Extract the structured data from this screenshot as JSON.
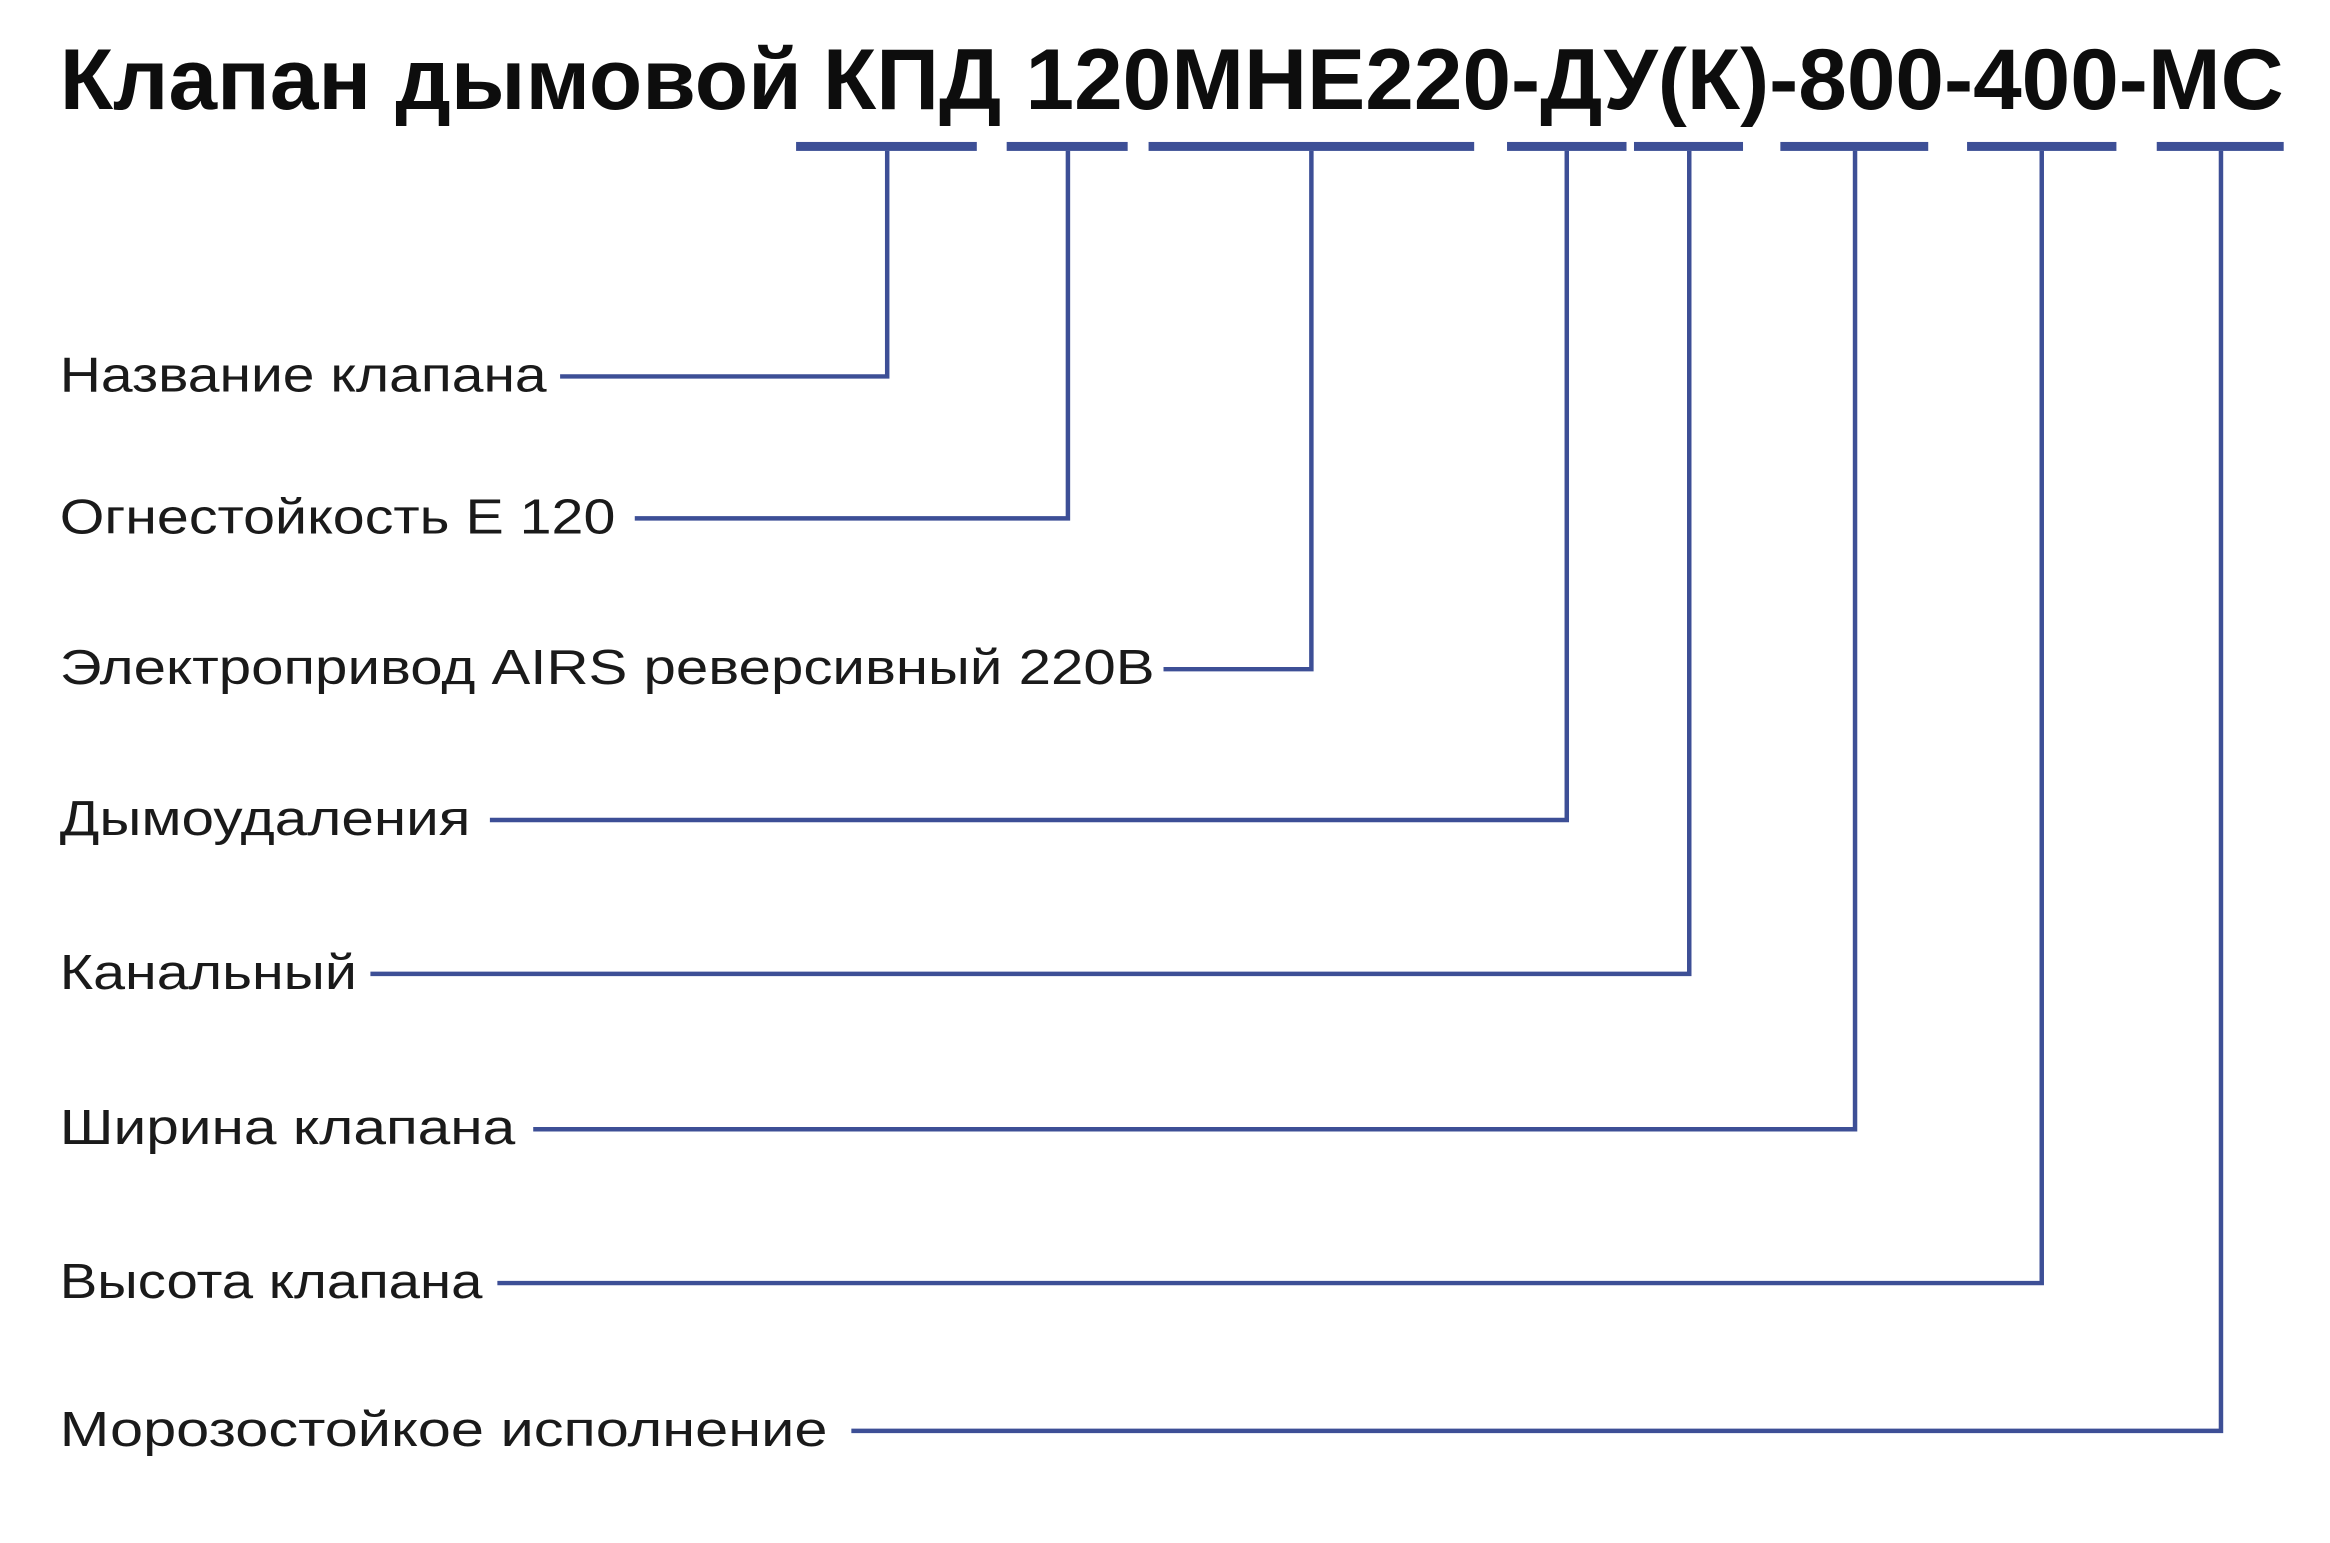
{
  "title": {
    "prefix": "Клапан  дымовой",
    "code": "КПД 120МНЕ220-ДУ(К)-800-400-МС"
  },
  "segments": [
    {
      "code": "КПД",
      "label": "Название клапана"
    },
    {
      "code": "120",
      "label": "Огнестойкость Е 120"
    },
    {
      "code": "МНЕ220",
      "label": "Электропривод AIRS реверсивный 220В"
    },
    {
      "code": "ДУ",
      "label": "Дымоудаления"
    },
    {
      "code": "(К)",
      "label": "Канальный"
    },
    {
      "code": "800",
      "label": "Ширина клапана"
    },
    {
      "code": "400",
      "label": "Высота клапана"
    },
    {
      "code": "МС",
      "label": "Морозостойкое исполнение"
    }
  ],
  "colors": {
    "accent": "#3d4f96",
    "text": "#0d0d0d"
  }
}
